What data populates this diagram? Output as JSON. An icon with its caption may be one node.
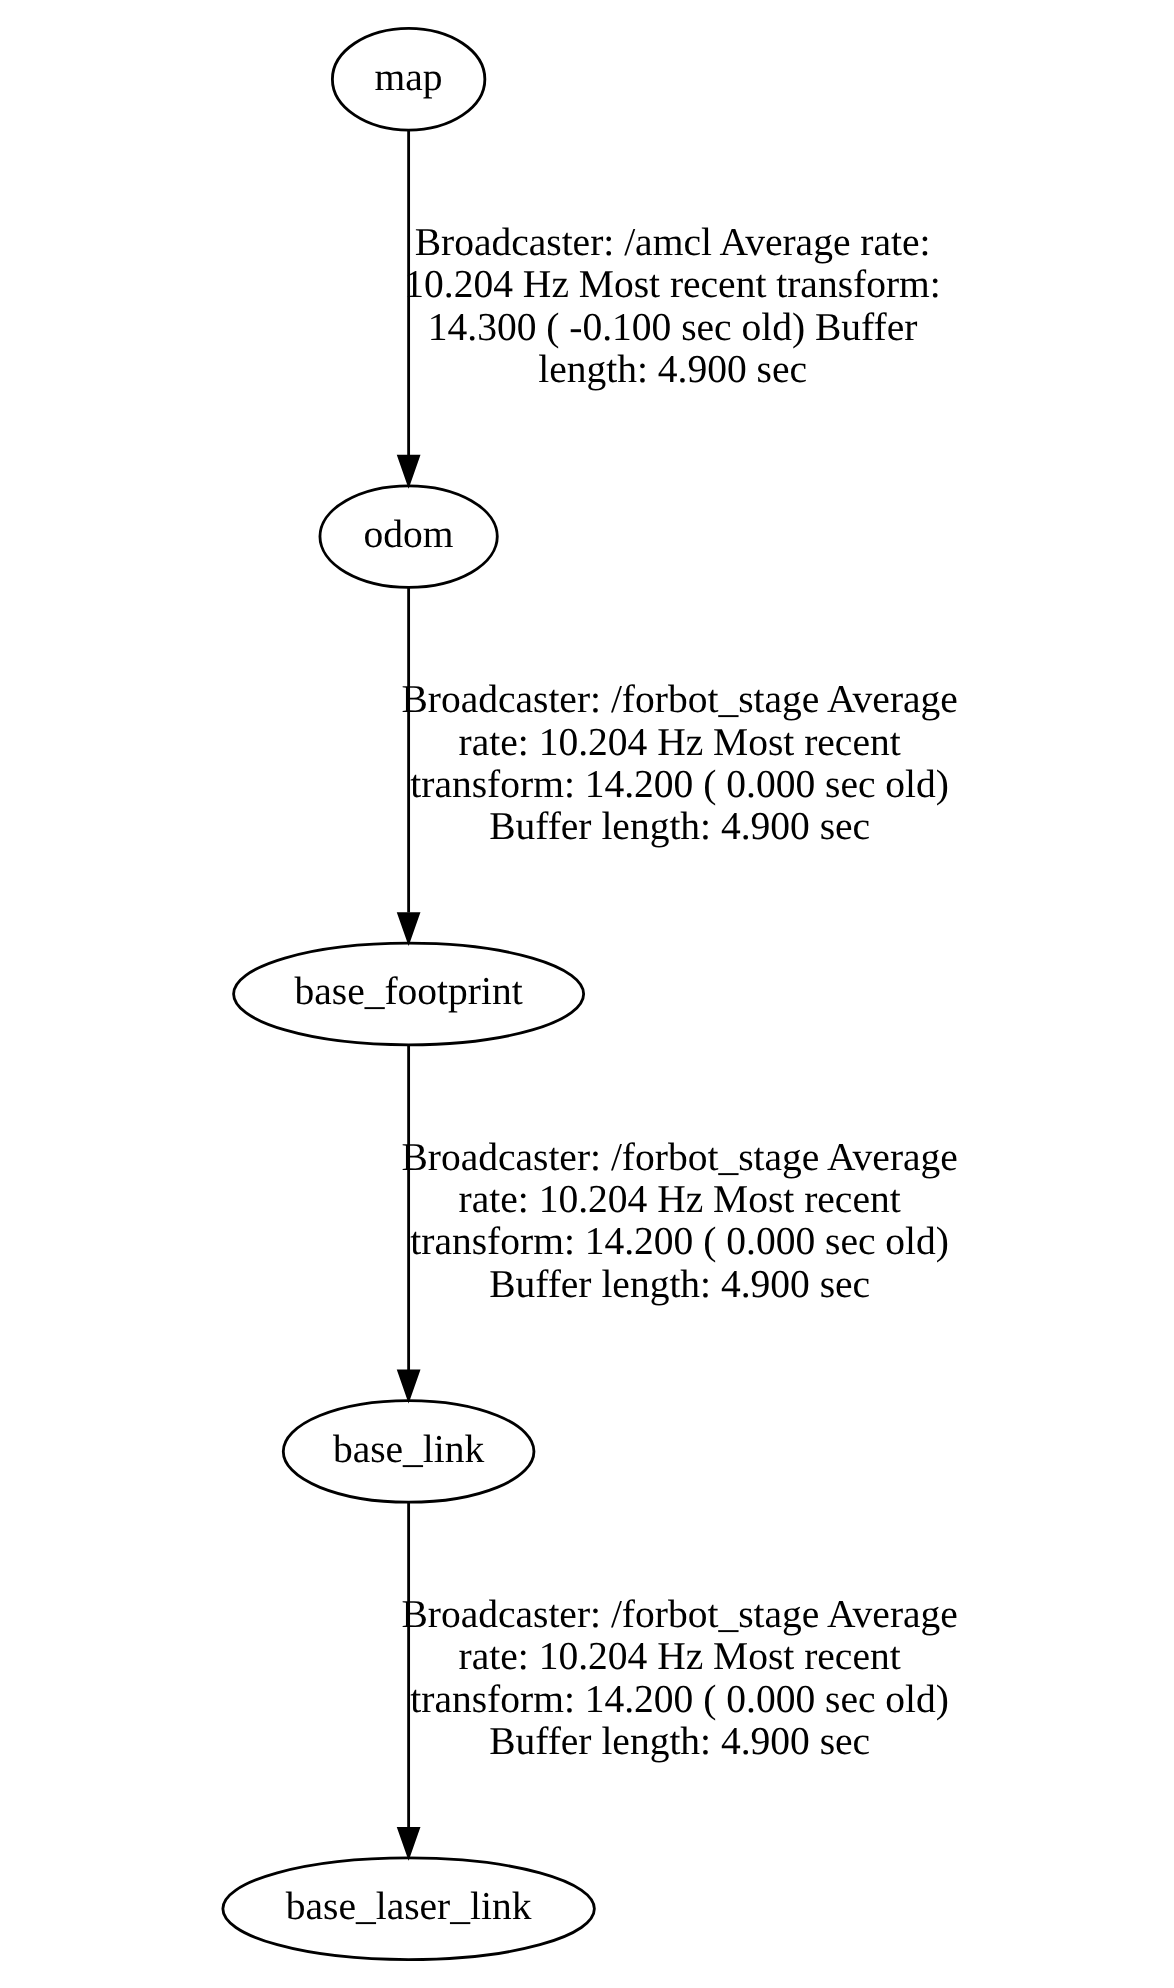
{
  "diagram": {
    "nodes": [
      {
        "text": [
          "map"
        ]
      },
      {
        "text": [
          "odom"
        ]
      },
      {
        "text": [
          "base_footprint"
        ]
      },
      {
        "text": [
          "base_link"
        ]
      },
      {
        "text": [
          "base_laser_link"
        ]
      }
    ],
    "edges": [
      {
        "from": 0,
        "to": 1,
        "arrow": "to",
        "label": "Broadcaster: /amcl Average rate: 10.204 Hz Most recent transform: 14.300 ( -0.100 sec old) Buffer length: 4.900 sec"
      },
      {
        "from": 1,
        "to": 2,
        "arrow": "to",
        "label": "Broadcaster: /forbot_stage Average rate: 10.204 Hz Most recent transform: 14.200 ( 0.000 sec old) Buffer length: 4.900 sec"
      },
      {
        "from": 2,
        "to": 3,
        "arrow": "to",
        "label": "Broadcaster: /forbot_stage Average rate: 10.204 Hz Most recent transform: 14.200 ( 0.000 sec old) Buffer length: 4.900 sec"
      },
      {
        "from": 3,
        "to": 4,
        "arrow": "to",
        "label": "Broadcaster: /forbot_stage Average rate: 10.204 Hz Most recent transform: 14.200 ( 0.000 sec old) Buffer length: 4.900 sec"
      }
    ]
  }
}
